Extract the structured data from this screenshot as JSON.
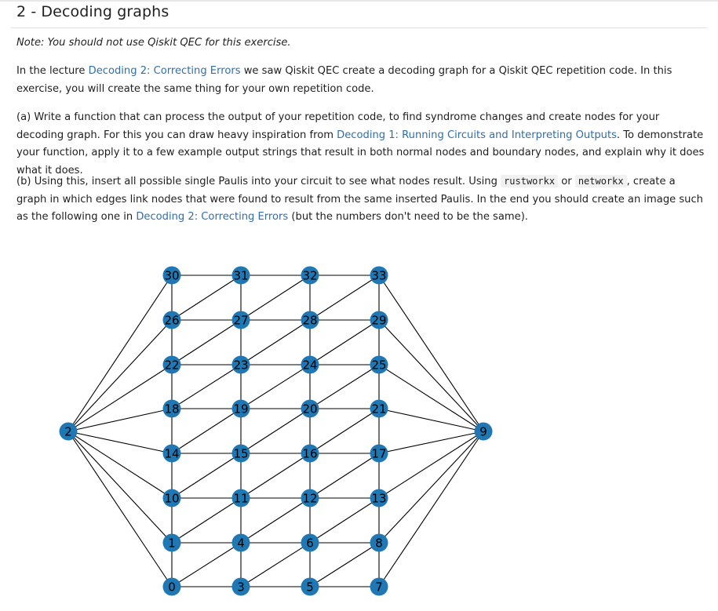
{
  "heading": "2 - Decoding graphs",
  "note": "Note: You should not use Qiskit QEC for this exercise.",
  "para1": {
    "t1": "In the lecture ",
    "link1": "Decoding 2: Correcting Errors",
    "t2": " we saw Qiskit QEC create a decoding graph for a Qiskit QEC repetition code. In this exercise, you will create the same thing for your own repetition code."
  },
  "para2": {
    "t1": "(a) Write a function that can process the output of your repetition code, to find syndrome changes and create nodes for your decoding graph. For this you can draw heavy inspiration from ",
    "link1": "Decoding 1: Running Circuits and Interpreting Outputs",
    "t2": ". To demonstrate your function, apply it to a few example output strings that result in both normal nodes and boundary nodes, and explain why it does what it does."
  },
  "para3": {
    "t1": "(b) Using this, insert all possible single Paulis into your circuit to see what nodes result. Using ",
    "code1": "rustworkx",
    "t2": " or ",
    "code2": "networkx",
    "t3": ", create a graph in which edges link nodes that were found to result from the same inserted Paulis. In the end you should create an image such as the following one in ",
    "link1": "Decoding 2: Correcting Errors",
    "t4": " (but the numbers don't need to be the same)."
  },
  "colors": {
    "link": "#2f6fab",
    "node": "#1f77b4",
    "edge": "#000000"
  },
  "graph": {
    "rows": [
      [
        30,
        31,
        32,
        33
      ],
      [
        26,
        27,
        28,
        29
      ],
      [
        22,
        23,
        24,
        25
      ],
      [
        18,
        19,
        20,
        21
      ],
      [
        14,
        15,
        16,
        17
      ],
      [
        10,
        11,
        12,
        13
      ],
      [
        1,
        4,
        6,
        8
      ],
      [
        0,
        3,
        5,
        7
      ]
    ],
    "left_boundary": 2,
    "right_boundary": 9
  }
}
